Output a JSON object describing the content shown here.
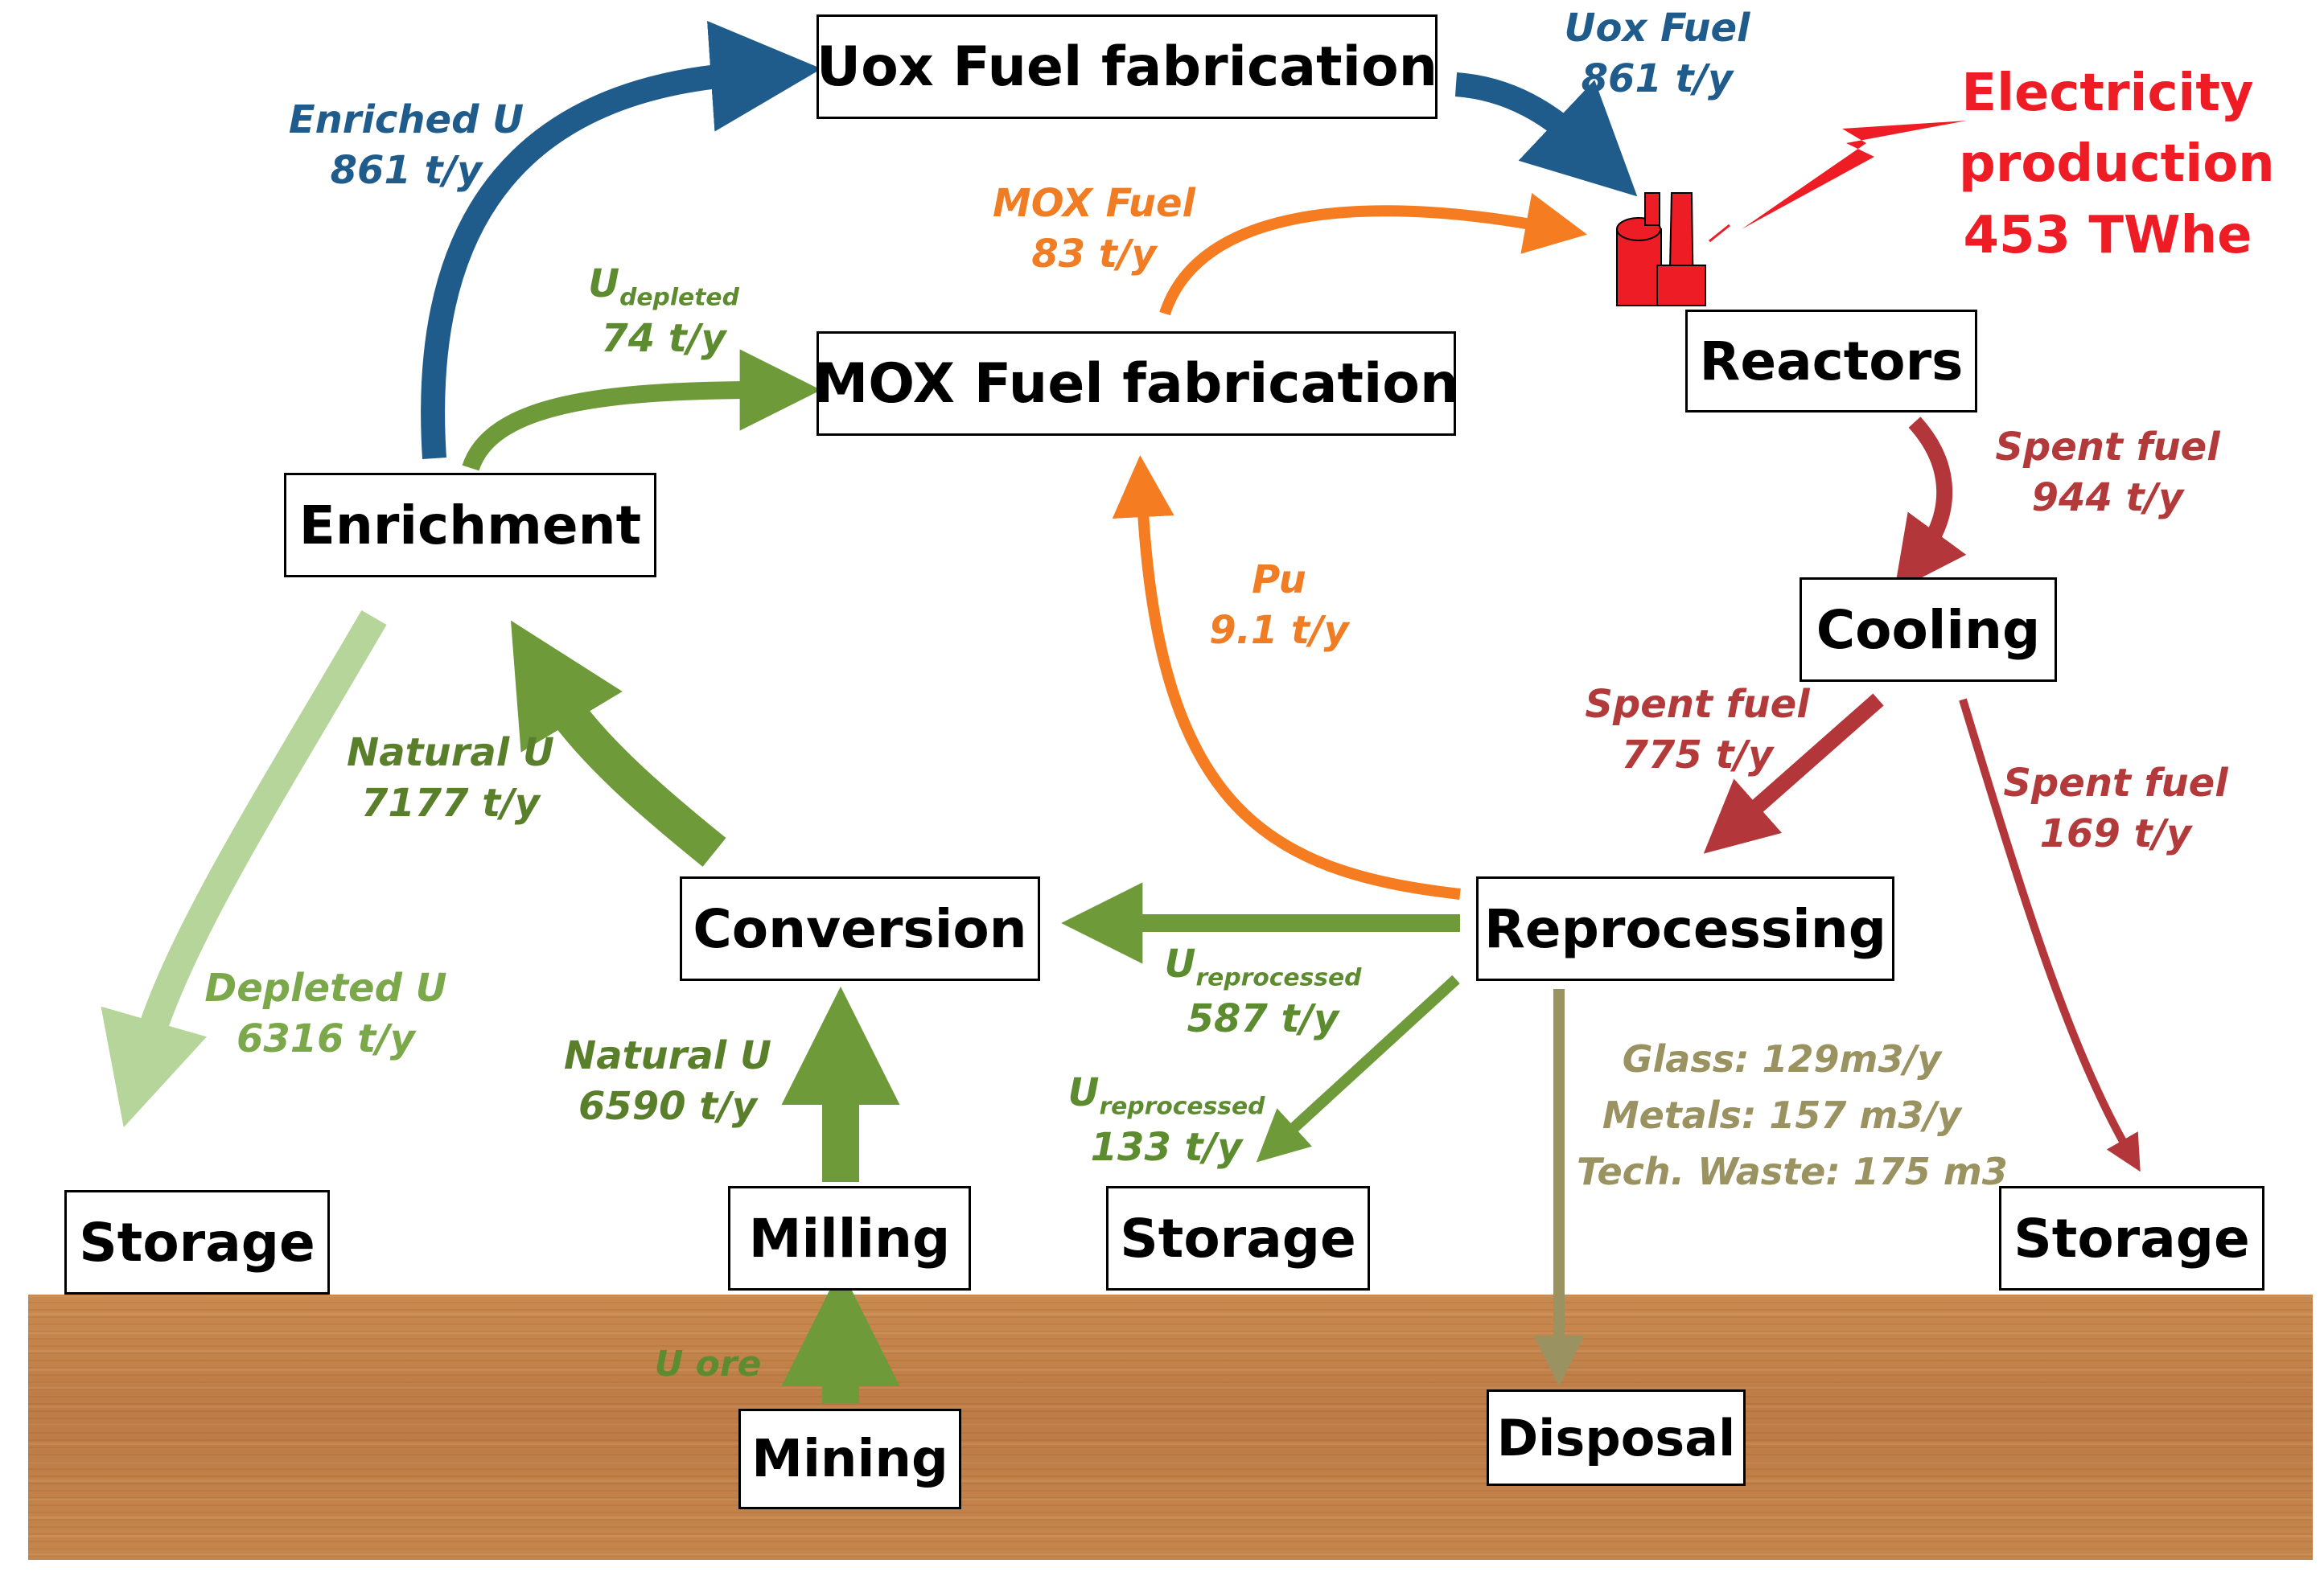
{
  "nodes": {
    "uox_fabrication": "Uox Fuel fabrication",
    "mox_fabrication": "MOX Fuel fabrication",
    "reactors": "Reactors",
    "enrichment": "Enrichment",
    "cooling": "Cooling",
    "conversion": "Conversion",
    "reprocessing": "Reprocessing",
    "milling": "Milling",
    "mining": "Mining",
    "disposal": "Disposal",
    "storage_depleted": "Storage",
    "storage_reprocessed": "Storage",
    "storage_spent": "Storage"
  },
  "electricity": {
    "line1": "Electricity",
    "line2": "production",
    "line3": "453 TWhe"
  },
  "flows": {
    "uox_fuel": {
      "name": "Uox Fuel",
      "rate": "861 t/y"
    },
    "enriched_u": {
      "name": "Enriched U",
      "rate": "861 t/y"
    },
    "mox_fuel": {
      "name": "MOX Fuel",
      "rate": "83 t/y"
    },
    "u_depleted": {
      "name": "U",
      "sub": "depleted",
      "rate": "74 t/y"
    },
    "spent_fuel_reactors": {
      "name": "Spent fuel",
      "rate": "944 t/y"
    },
    "pu": {
      "name": "Pu",
      "rate": "9.1 t/y"
    },
    "spent_fuel_reprocessing": {
      "name": "Spent fuel",
      "rate": "775 t/y"
    },
    "spent_fuel_storage": {
      "name": "Spent fuel",
      "rate": "169 t/y"
    },
    "natural_u_enrichment": {
      "name": "Natural U",
      "rate": "7177 t/y"
    },
    "depleted_u": {
      "name": "Depleted U",
      "rate": "6316 t/y"
    },
    "u_reprocessed_conversion": {
      "name": "U",
      "sub": "reprocessed",
      "rate": "587 t/y"
    },
    "u_reprocessed_storage": {
      "name": "U",
      "sub": "reprocessed",
      "rate": "133 t/y"
    },
    "natural_u_conversion": {
      "name": "Natural U",
      "rate": "6590 t/y"
    },
    "u_ore": {
      "name": "U ore"
    },
    "waste": {
      "glass": "Glass: 129m3/y",
      "metals": "Metals: 157 m3/y",
      "tech": "Tech. Waste: 175 m3"
    }
  },
  "colors": {
    "uox_flow": "#1f5c8b",
    "uranium_flow": "#6e9a3a",
    "depleted_flow": "#b5d59a",
    "mox_flow": "#f57c20",
    "spent_fuel_flow": "#b3373a",
    "waste_flow": "#9a9260",
    "electricity": "#ee1c24",
    "ground": "#c5864d"
  },
  "icons": [
    "reactor-plant-icon",
    "lightning-bolt-icon"
  ]
}
